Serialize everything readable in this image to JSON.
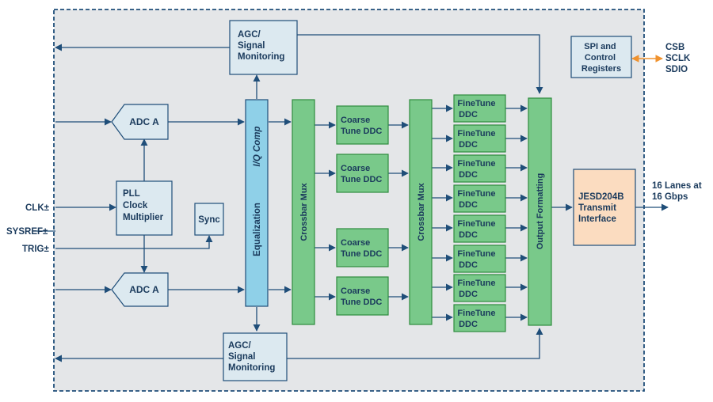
{
  "blocks": {
    "agc_top": [
      "AGC/",
      "Signal",
      "Monitoring"
    ],
    "agc_bottom": [
      "AGC/",
      "Signal",
      "Monitoring"
    ],
    "spi": [
      "SPI and",
      "Control",
      "Registers"
    ],
    "adc_top": "ADC A",
    "adc_bottom": "ADC A",
    "pll": [
      "PLL",
      "Clock",
      "Multiplier"
    ],
    "sync": "Sync",
    "equalization": "Equalization",
    "iq_comp": "I/Q Comp",
    "crossbar1": "Crossbar Mux",
    "crossbar2": "Crossbar Mux",
    "output": "Output Formatting",
    "jesd": [
      "JESD204B",
      "Transmit",
      "Interface"
    ],
    "coarse": [
      "Coarse",
      "Tune DDC"
    ],
    "finetune": [
      "FineTune",
      "DDC"
    ]
  },
  "external": {
    "csb": "CSB",
    "sclk": "SCLK",
    "sdio": "SDIO",
    "clk": "CLK±",
    "sysref": "SYSREF±",
    "trig": "TRIG±",
    "lanes": [
      "16 Lanes at",
      "16 Gbps"
    ]
  },
  "colors": {
    "background": "#e4e6e8",
    "border": "#1f4e79",
    "block_light": "#dce9f0",
    "ddc_green": "#79c98a",
    "equalizer_blue": "#8fd0e8",
    "jesd_peach": "#fbdcc0",
    "spi_arrow": "#f0922e"
  }
}
